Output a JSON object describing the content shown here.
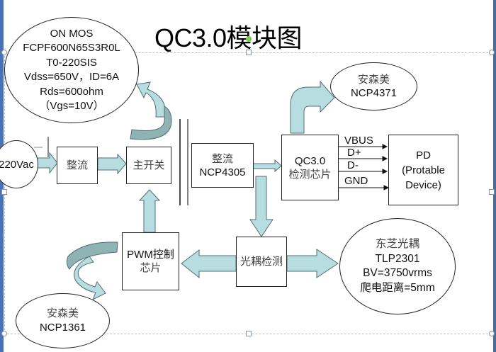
{
  "title": "QC3.0模块图",
  "colors": {
    "arrow_fill": "#b7dde1",
    "arrow_stroke": "#4f6e72",
    "curved_arrow_dark": "#8fb2b3",
    "line": "#222222",
    "selection_dash": "#b8bec6",
    "slide_edge": "#4a72b8"
  },
  "mos_info": {
    "lines": [
      "ON MOS",
      "FCPF600N65S3R0L",
      "T0-220SIS",
      "Vdss=650V，ID=6A",
      "Rds=600ohm",
      "（Vgs=10V）"
    ]
  },
  "input": {
    "label": "220Vac"
  },
  "blocks": {
    "rectifier": "整流",
    "main_switch": "主开关",
    "sync_rect": {
      "line1": "整流",
      "line2": "NCP4305"
    },
    "qc_chip": {
      "line1": "QC3.0",
      "line2": "检测芯片"
    },
    "pd": {
      "line1": "PD",
      "line2": "(Protable",
      "line3": "Device)"
    },
    "pwm": {
      "line1": "PWM控制",
      "line2": "芯片"
    },
    "opto_detect": "光耦检测"
  },
  "signals": [
    "VBUS",
    "D+",
    "D-",
    "GND"
  ],
  "callouts": {
    "ncp4371": {
      "line1": "安森美",
      "line2": "NCP4371"
    },
    "ncp1361": {
      "line1": "安森美",
      "line2": "NCP1361"
    },
    "toshiba": {
      "line1": "东芝光耦",
      "line2": "TLP2301",
      "line3": "BV=3750vrms",
      "line4": "爬电距离=5mm"
    }
  }
}
